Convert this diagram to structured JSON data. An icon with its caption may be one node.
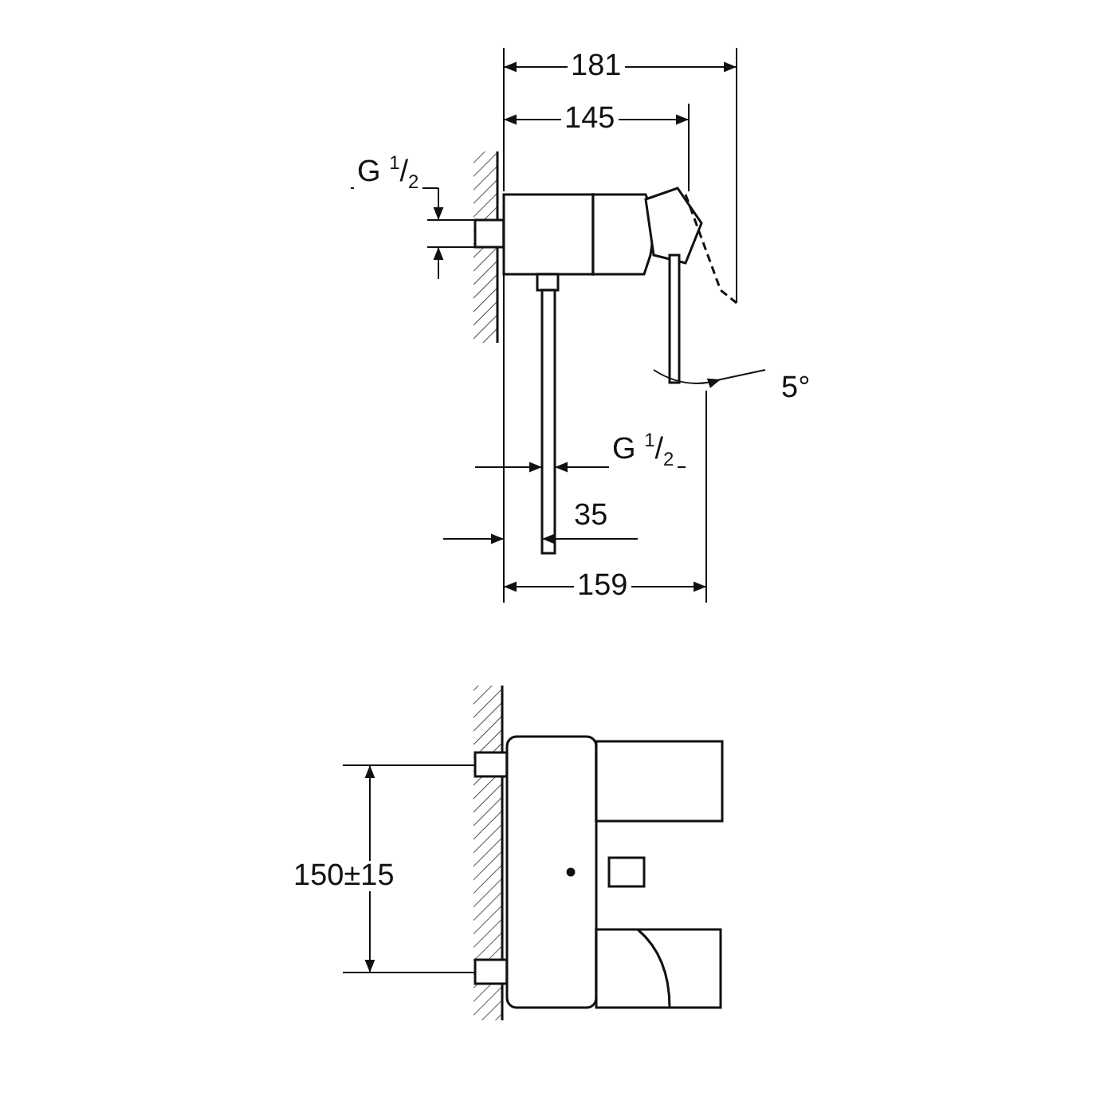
{
  "diagram": {
    "labels": [
      "G $^{1}$/$_{2}$",
      "181",
      "145",
      "5°",
      "G $^{1}$/$_{2}$",
      "35",
      "159",
      "150±15"
    ]
  }
}
